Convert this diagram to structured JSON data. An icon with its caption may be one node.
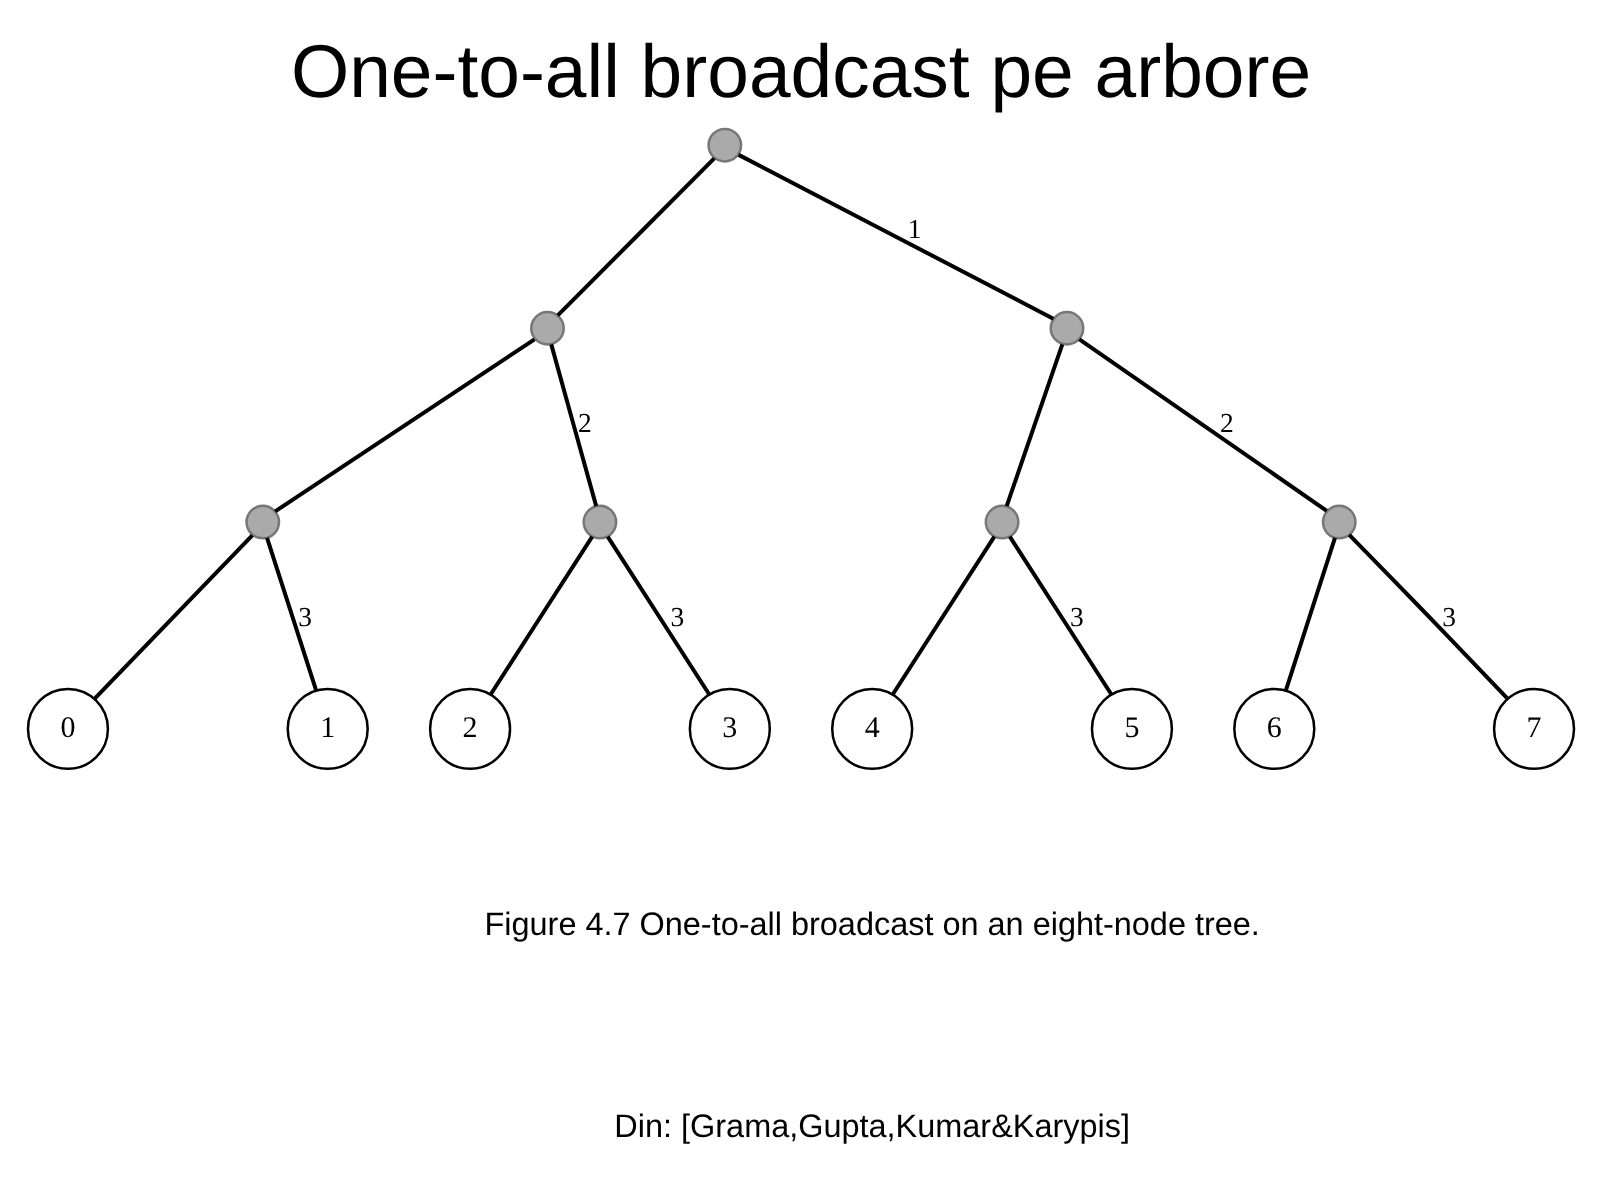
{
  "diagram": {
    "title": "One-to-all broadcast pe arbore",
    "caption": "Figure 4.7 One-to-all broadcast on an eight-node tree.",
    "nodes": [
      {
        "text": [],
        "shape": "circle"
      },
      {
        "text": [],
        "shape": "circle"
      },
      {
        "text": [],
        "shape": "circle"
      },
      {
        "text": [],
        "shape": "circle"
      },
      {
        "text": [],
        "shape": "circle"
      },
      {
        "text": [],
        "shape": "circle"
      },
      {
        "text": [],
        "shape": "circle"
      },
      {
        "text": [
          "0"
        ]
      },
      {
        "text": [
          "1"
        ]
      },
      {
        "text": [
          "2"
        ]
      },
      {
        "text": [
          "3"
        ]
      },
      {
        "text": [
          "4"
        ]
      },
      {
        "text": [
          "5"
        ]
      },
      {
        "text": [
          "6"
        ]
      },
      {
        "text": [
          "7"
        ]
      }
    ],
    "edges": [
      {
        "from": 0,
        "to": 1,
        "arrow": "none"
      },
      {
        "from": 0,
        "to": 2,
        "arrow": "none",
        "label": "1"
      },
      {
        "from": 1,
        "to": 3,
        "arrow": "none"
      },
      {
        "from": 1,
        "to": 4,
        "arrow": "none",
        "label": "2"
      },
      {
        "from": 2,
        "to": 5,
        "arrow": "none"
      },
      {
        "from": 2,
        "to": 6,
        "arrow": "none",
        "label": "2"
      },
      {
        "from": 3,
        "to": 7,
        "arrow": "none"
      },
      {
        "from": 3,
        "to": 8,
        "arrow": "none",
        "label": "3"
      },
      {
        "from": 4,
        "to": 9,
        "arrow": "none"
      },
      {
        "from": 4,
        "to": 10,
        "arrow": "none",
        "label": "3"
      },
      {
        "from": 5,
        "to": 11,
        "arrow": "none"
      },
      {
        "from": 5,
        "to": 12,
        "arrow": "none",
        "label": "3"
      },
      {
        "from": 6,
        "to": 13,
        "arrow": "none"
      },
      {
        "from": 6,
        "to": 14,
        "arrow": "none",
        "label": "3"
      }
    ],
    "labels": [
      "Din: [Grama,Gupta,Kumar&Karypis]"
    ]
  }
}
